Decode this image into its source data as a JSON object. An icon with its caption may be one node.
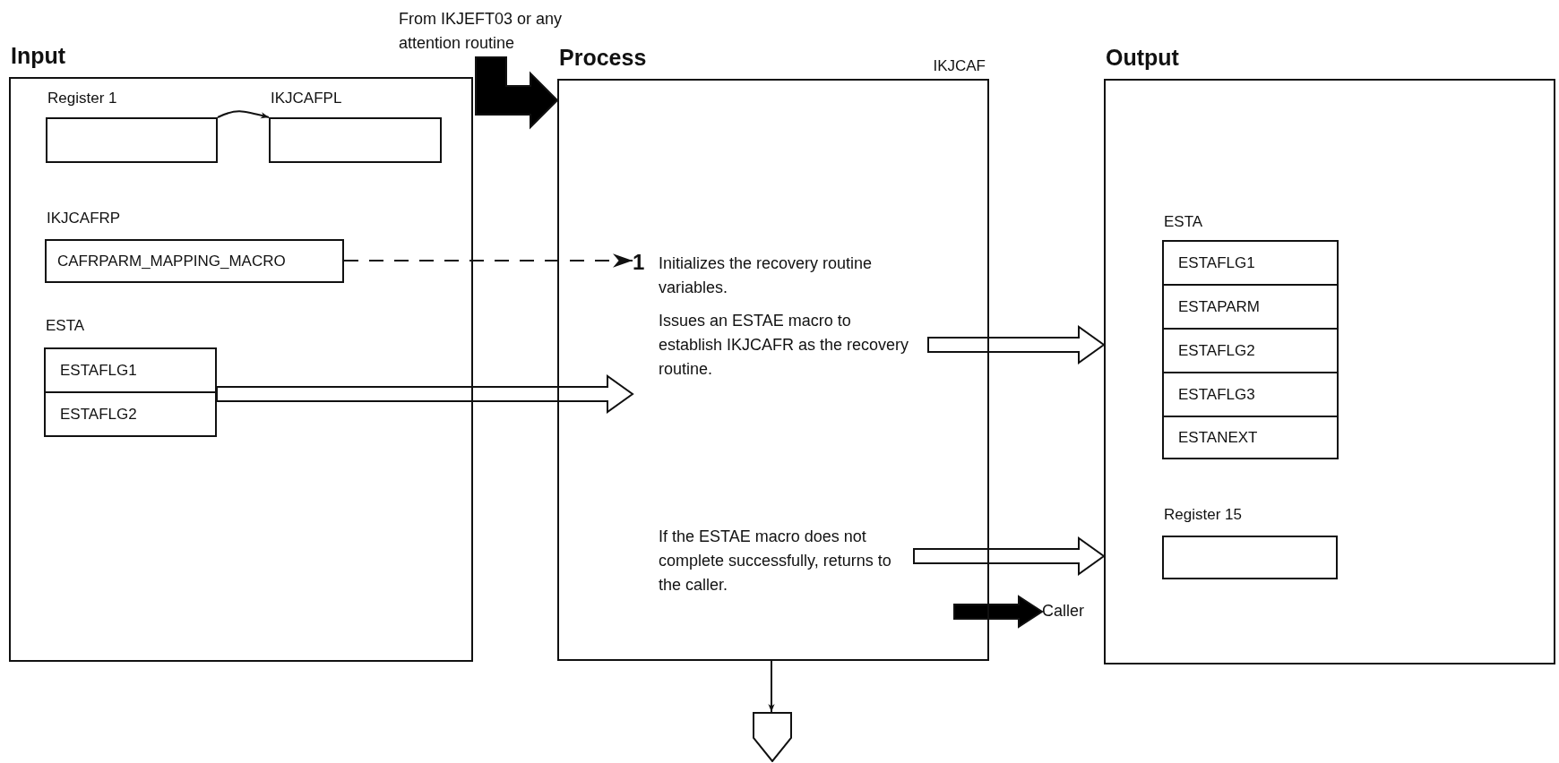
{
  "diagram": {
    "nodes": [
      {
        "text": [
          "Input"
        ]
      },
      {
        "text": [
          "Register 1"
        ],
        "in": 0
      },
      {
        "text": [
          "IKJCAFPL"
        ],
        "in": 0
      },
      {
        "text": [
          "IKJCAFRP",
          "CAFRPARM_MAPPING_MACRO"
        ],
        "in": 0
      },
      {
        "text": [
          "ESTA"
        ],
        "in": 0
      },
      {
        "text": [
          "ESTAFLG1"
        ],
        "in": 4
      },
      {
        "text": [
          "ESTAFLG2"
        ],
        "in": 4
      },
      {
        "text": [
          "From IKJEFT03 or any attention routine"
        ]
      },
      {
        "text": [
          "Process",
          "IKJCAF"
        ]
      },
      {
        "text": [
          "Initializes the recovery routine variables.",
          "Issues an ESTAE macro to establish IKJCAFR as the recovery routine."
        ],
        "beside": [
          "1"
        ],
        "in": 8
      },
      {
        "text": [
          "If the ESTAE macro does not complete successfully, returns to the caller."
        ],
        "in": 8
      },
      {
        "text": [
          "Caller"
        ]
      },
      {
        "text": [
          "Output"
        ]
      },
      {
        "text": [
          "ESTA"
        ],
        "in": 12
      },
      {
        "text": [
          "ESTAFLG1"
        ],
        "in": 13
      },
      {
        "text": [
          "ESTAPARM"
        ],
        "in": 13
      },
      {
        "text": [
          "ESTAFLG2"
        ],
        "in": 13
      },
      {
        "text": [
          "ESTAFLG3"
        ],
        "in": 13
      },
      {
        "text": [
          "ESTANEXT"
        ],
        "in": 13
      },
      {
        "text": [
          "Register 15"
        ],
        "in": 12
      },
      {
        "text": [],
        "shape": "pentagon"
      }
    ],
    "edges": [
      {
        "from": 1,
        "to": 2,
        "arrow": "to"
      },
      {
        "from": 3,
        "to": 9,
        "arrow": "to",
        "style": "dashed"
      },
      {
        "from": 4,
        "to": 9,
        "arrow": "to",
        "style": "thick"
      },
      {
        "from": 9,
        "to": 12,
        "arrow": "to",
        "style": "thick"
      },
      {
        "from": 10,
        "to": 12,
        "arrow": "to",
        "style": "thick"
      },
      {
        "from": 7,
        "to": 8,
        "arrow": "to",
        "style": "thick",
        "color": "#000000"
      },
      {
        "from": null,
        "to": 11,
        "arrow": "to",
        "style": "thick",
        "color": "#000000"
      },
      {
        "from": 8,
        "to": 20,
        "arrow": "to"
      }
    ]
  }
}
